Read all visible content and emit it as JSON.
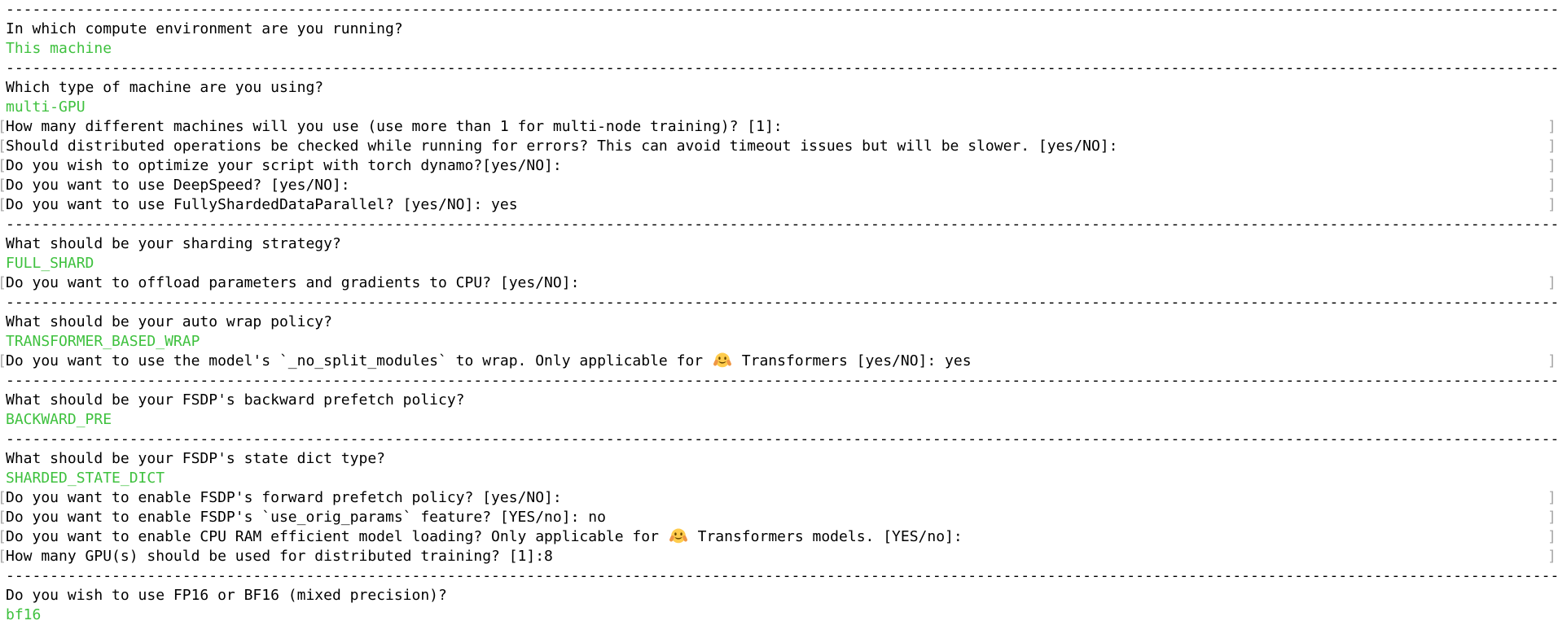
{
  "app": {
    "title": "accelerate config terminal output"
  },
  "colors": {
    "background": "#ffffff",
    "text": "#000000",
    "answer_green": "#3fc13f",
    "bracket_gray": "#a9a9a9"
  },
  "separator": {
    "dash_char": "-",
    "repeat": 180
  },
  "prompt_brackets": {
    "left": "[",
    "right": "]"
  },
  "terminal": {
    "lines": [
      {
        "type": "separator"
      },
      {
        "type": "question",
        "parts": [
          {
            "text": "In which compute environment are you running?"
          }
        ]
      },
      {
        "type": "answer",
        "parts": [
          {
            "text": "This machine"
          }
        ]
      },
      {
        "type": "separator"
      },
      {
        "type": "question",
        "parts": [
          {
            "text": "Which type of machine are you using?"
          }
        ]
      },
      {
        "type": "answer",
        "parts": [
          {
            "text": "multi-GPU"
          }
        ]
      },
      {
        "type": "prompt",
        "parts": [
          {
            "text": "How many different machines will you use (use more than 1 for multi-node training)? [1]:"
          }
        ]
      },
      {
        "type": "prompt",
        "parts": [
          {
            "text": "Should distributed operations be checked while running for errors? This can avoid timeout issues but will be slower. [yes/NO]:"
          }
        ]
      },
      {
        "type": "prompt",
        "parts": [
          {
            "text": "Do you wish to optimize your script with torch dynamo?[yes/NO]:"
          }
        ]
      },
      {
        "type": "prompt",
        "parts": [
          {
            "text": "Do you want to use DeepSpeed? [yes/NO]:"
          }
        ]
      },
      {
        "type": "prompt",
        "parts": [
          {
            "text": "Do you want to use FullyShardedDataParallel? [yes/NO]: yes"
          }
        ]
      },
      {
        "type": "separator"
      },
      {
        "type": "question",
        "parts": [
          {
            "text": "What should be your sharding strategy?"
          }
        ]
      },
      {
        "type": "answer",
        "parts": [
          {
            "text": "FULL_SHARD"
          }
        ]
      },
      {
        "type": "prompt",
        "parts": [
          {
            "text": "Do you want to offload parameters and gradients to CPU? [yes/NO]:"
          }
        ]
      },
      {
        "type": "separator"
      },
      {
        "type": "question",
        "parts": [
          {
            "text": "What should be your auto wrap policy?"
          }
        ]
      },
      {
        "type": "answer",
        "parts": [
          {
            "text": "TRANSFORMER_BASED_WRAP"
          }
        ]
      },
      {
        "type": "prompt",
        "parts": [
          {
            "text": "Do you want to use the model's `_no_split_modules` to wrap. Only applicable for "
          },
          {
            "icon": "hugging-face-emoji",
            "text": "🤗"
          },
          {
            "text": " Transformers [yes/NO]: yes"
          }
        ]
      },
      {
        "type": "separator"
      },
      {
        "type": "question",
        "parts": [
          {
            "text": "What should be your FSDP's backward prefetch policy?"
          }
        ]
      },
      {
        "type": "answer",
        "parts": [
          {
            "text": "BACKWARD_PRE"
          }
        ]
      },
      {
        "type": "separator"
      },
      {
        "type": "question",
        "parts": [
          {
            "text": "What should be your FSDP's state dict type?"
          }
        ]
      },
      {
        "type": "answer",
        "parts": [
          {
            "text": "SHARDED_STATE_DICT"
          }
        ]
      },
      {
        "type": "prompt",
        "parts": [
          {
            "text": "Do you want to enable FSDP's forward prefetch policy? [yes/NO]:"
          }
        ]
      },
      {
        "type": "prompt",
        "parts": [
          {
            "text": "Do you want to enable FSDP's `use_orig_params` feature? [YES/no]: no"
          }
        ]
      },
      {
        "type": "prompt",
        "parts": [
          {
            "text": "Do you want to enable CPU RAM efficient model loading? Only applicable for "
          },
          {
            "icon": "hugging-face-emoji",
            "text": "🤗"
          },
          {
            "text": " Transformers models. [YES/no]:"
          }
        ]
      },
      {
        "type": "prompt",
        "parts": [
          {
            "text": "How many GPU(s) should be used for distributed training? [1]:8"
          }
        ]
      },
      {
        "type": "separator"
      },
      {
        "type": "question",
        "parts": [
          {
            "text": "Do you wish to use FP16 or BF16 (mixed precision)?"
          }
        ]
      },
      {
        "type": "answer",
        "parts": [
          {
            "text": "bf16"
          }
        ]
      }
    ]
  }
}
